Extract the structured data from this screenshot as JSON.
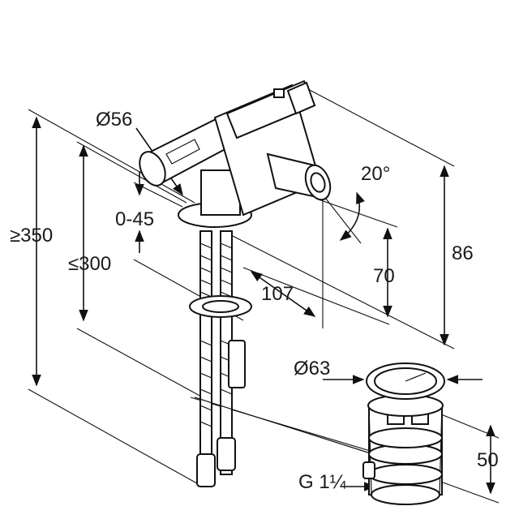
{
  "labels": {
    "diameter_top": "Ø56",
    "height_total": "≥350",
    "height_below": "≤300",
    "adjust_range": "0-45",
    "spout_depth": "107",
    "angle": "20°",
    "spout_height": "70",
    "body_height": "86",
    "waste_diameter": "Ø63",
    "waste_height": "50",
    "thread": "G 1¼"
  }
}
